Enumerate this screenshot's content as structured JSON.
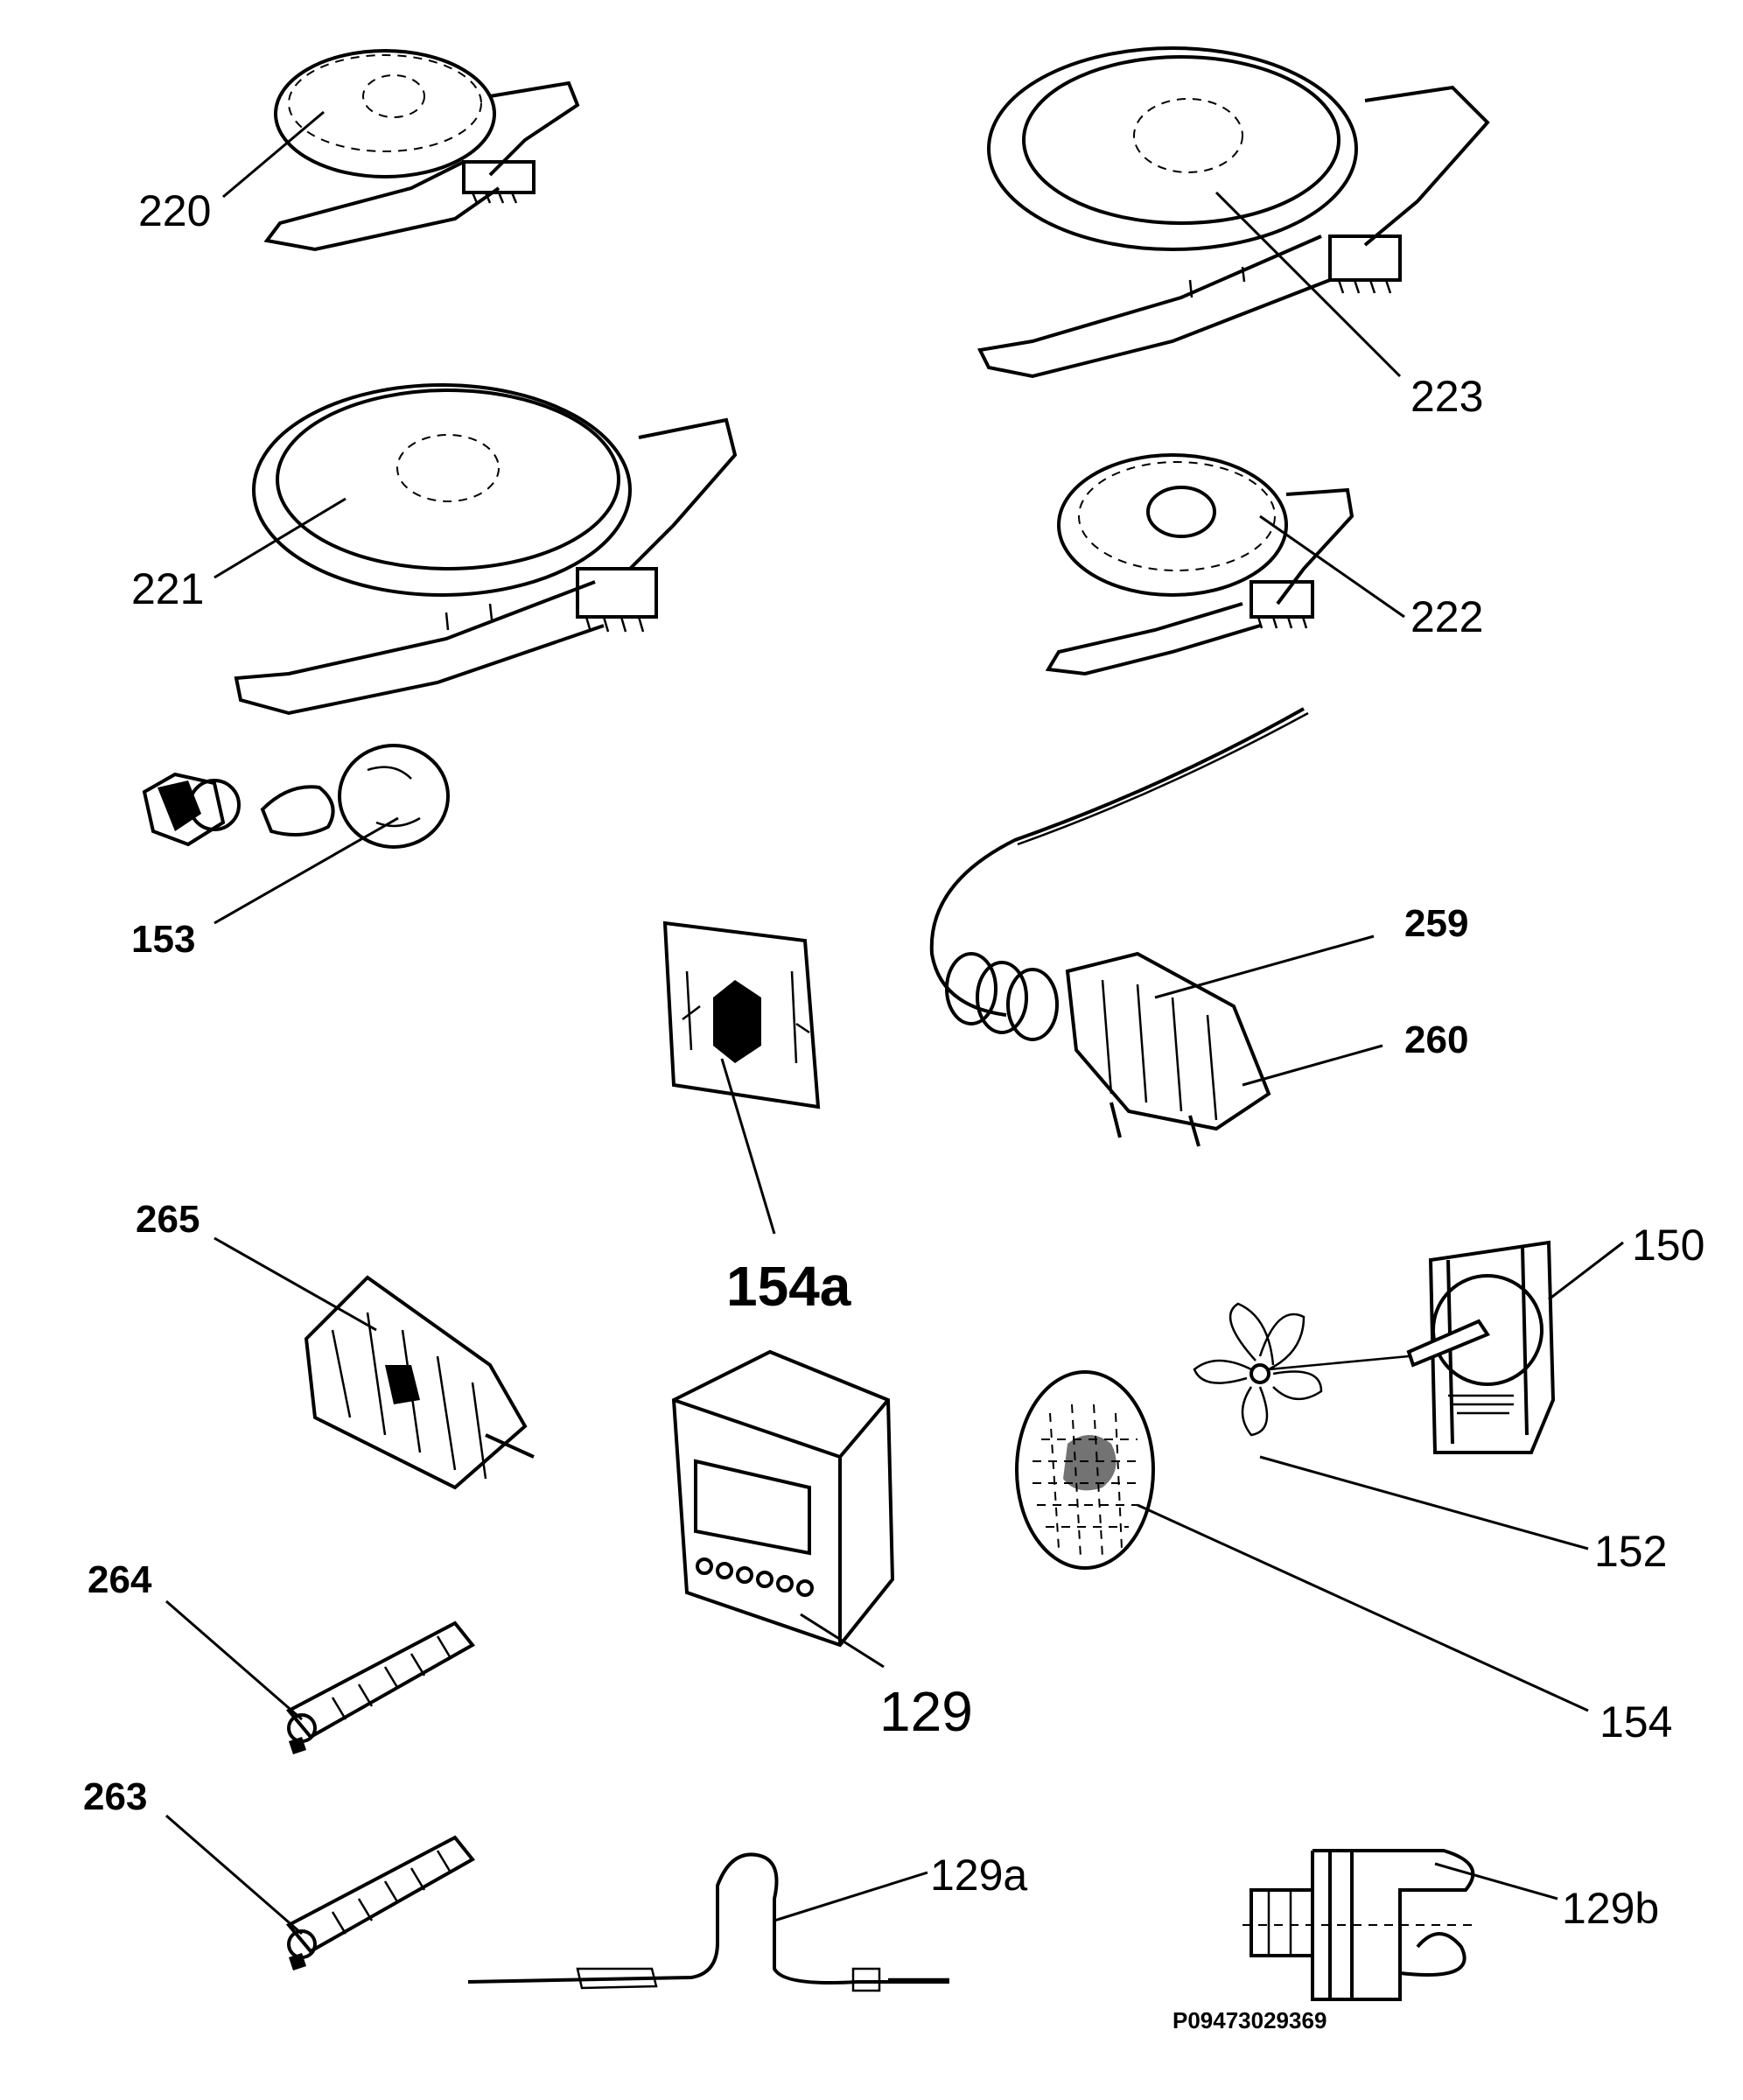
{
  "callouts": {
    "c220": "220",
    "c223": "223",
    "c221": "221",
    "c222": "222",
    "c153": "153",
    "c259": "259",
    "c260": "260",
    "c154a": "154a",
    "c265": "265",
    "c150": "150",
    "c152": "152",
    "c129": "129",
    "c154": "154",
    "c264": "264",
    "c263": "263",
    "c129a": "129a",
    "c129b": "129b"
  },
  "drawing_code": "P09473029369"
}
